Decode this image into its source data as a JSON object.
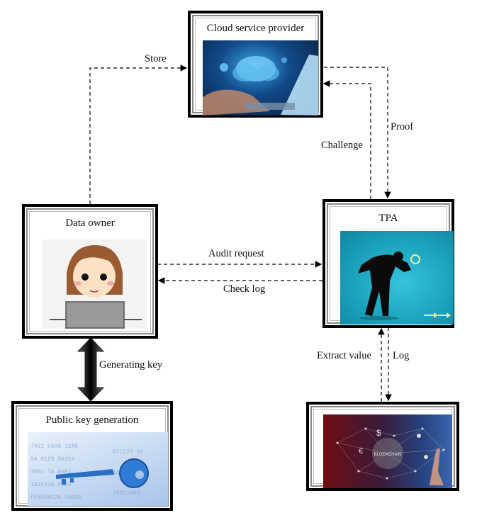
{
  "nodes": {
    "cloud": {
      "title": "Cloud service provider",
      "image": "cloud-computing-laptop-image"
    },
    "owner": {
      "title": "Data owner",
      "image": "woman-at-laptop-cartoon"
    },
    "tpa": {
      "title": "TPA",
      "image": "detective-with-magnifier-image"
    },
    "keygen": {
      "title": "Public key generation",
      "image": "blue-key-on-hex-code-image"
    },
    "blockchain": {
      "title": "",
      "image": "blockchain-network-image",
      "image_text": "BLOCKCHAIN"
    }
  },
  "edges": {
    "store": "Store",
    "challenge": "Challenge",
    "proof": "Proof",
    "audit_request": "Audit request",
    "check_log": "Check log",
    "generating_key": "Generating key",
    "extract_value": "Extract value",
    "log": "Log"
  },
  "colors": {
    "cloud_bg": "#0b2a55",
    "tpa_bg": "#1fa9c4",
    "blockchain_left": "#7a0f14",
    "blockchain_right": "#2b4f8f",
    "key_blue": "#2a6fc4"
  }
}
